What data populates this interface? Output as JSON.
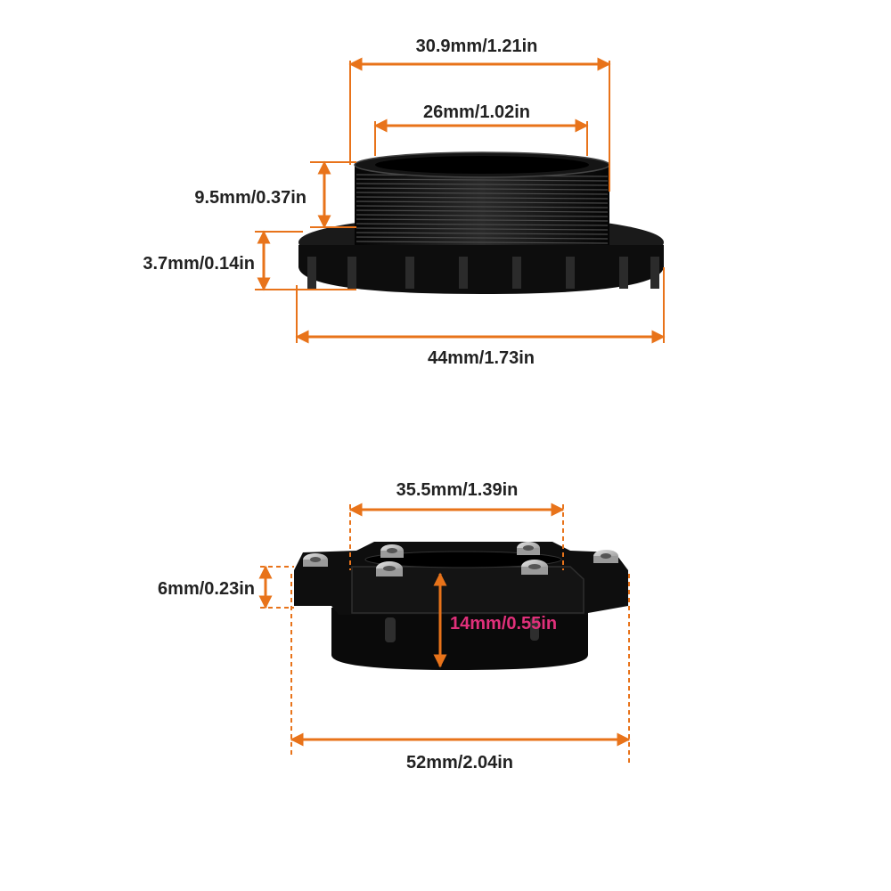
{
  "colors": {
    "dimension_line": "#e8731a",
    "accent_label": "#e0307a",
    "part_body": "#0d0d0d",
    "part_highlight": "#3a3a3a",
    "bolt": "#bdbdbd"
  },
  "top_part": {
    "outer_thread_width": "30.9mm/1.21in",
    "inner_diameter": "26mm/1.02in",
    "thread_height": "9.5mm/0.37in",
    "flange_height": "3.7mm/0.14in",
    "flange_width": "44mm/1.73in"
  },
  "bottom_part": {
    "bolt_span": "35.5mm/1.39in",
    "plate_thickness": "6mm/0.23in",
    "total_height": "14mm/0.55in",
    "total_width": "52mm/2.04in"
  }
}
